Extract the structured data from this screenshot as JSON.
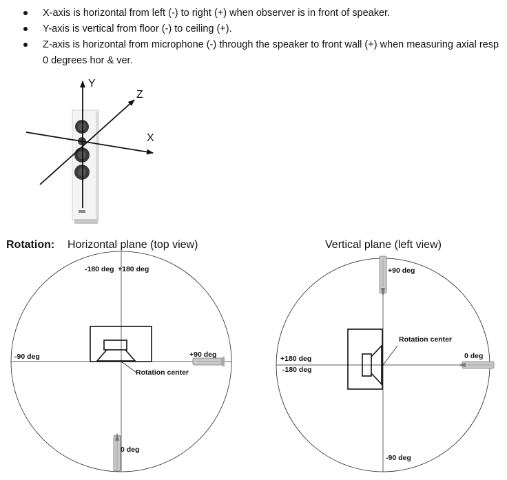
{
  "bullets": [
    "X-axis is horizontal from left (-) to right (+) when observer is in front of speaker.",
    "Y-axis is vertical from floor (-) to ceiling (+).",
    "Z-axis is horizontal from microphone (-) through the speaker to front wall (+) when measuring axial resp"
  ],
  "bullet_continuation": "0 degrees hor & ver.",
  "axes": {
    "y": "Y",
    "z": "Z",
    "x": "X"
  },
  "rotation_label": "Rotation:",
  "horizontal": {
    "title": "Horizontal plane (top view)",
    "minus180": "-180 deg",
    "plus180": "+180 deg",
    "minus90": "-90 deg",
    "plus90": "+90 deg",
    "rotation_center": "Rotation center",
    "zero": "0 deg"
  },
  "vertical": {
    "title": "Vertical plane (left view)",
    "plus90": "+90 deg",
    "rotation_center": "Rotation center",
    "zero": "0 deg",
    "plus180": "+180 deg",
    "minus180": "-180 deg",
    "minus90": "-90 deg"
  }
}
